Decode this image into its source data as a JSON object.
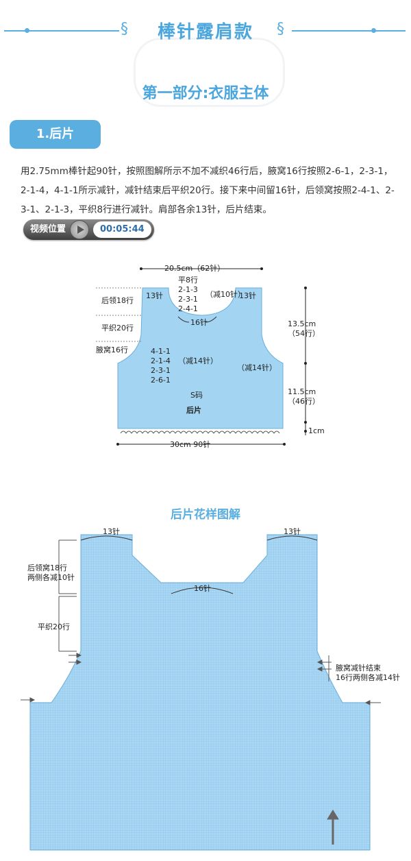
{
  "header": {
    "title": "棒针露肩款",
    "subtitle": "第一部分:衣服主体"
  },
  "section": {
    "label": "1.后片"
  },
  "instructions": {
    "text": "用2.75mm棒针起90针，按照图解所示不加不减织46行后，腋窝16行按照2-6-1，2-3-1，2-1-4，4-1-1所示减针，减针结束后平织20行。接下来中间留16针，后领窝按照2-4-1、2-3-1、2-1-3，平织8行进行减针。肩部各余13针，后片结束。",
    "video_label": "视频位置",
    "video_time": "00:05:44"
  },
  "schematic": {
    "top_width": "20.5cm（62针）",
    "flat8": "平8行",
    "neck_seq": [
      "2-1-3",
      "2-3-1",
      "2-4-1"
    ],
    "neck_dec": "（减10针）",
    "shoulder_left": "13针",
    "shoulder_right": "13针",
    "neck_center": "16针",
    "left_label_neck": "后领18行",
    "left_label_flat": "平织20行",
    "left_label_armhole": "腋窝16行",
    "arm_seq": [
      "4-1-1",
      "2-1-4",
      "2-3-1",
      "2-6-1"
    ],
    "arm_dec": "（减14针）",
    "arm_dec_right": "（减14针）",
    "right_upper": "13.5cm",
    "right_upper_rows": "（54行）",
    "right_lower": "11.5cm",
    "right_lower_rows": "（46行）",
    "right_hem": "1cm",
    "size": "S码",
    "piece": "后片",
    "bottom_width": "30cm  90针",
    "fill_color": "#a3d5f2"
  },
  "chart": {
    "title": "后片花样图解",
    "shoulder_left": "13针",
    "shoulder_right": "13针",
    "neck_center": "16针",
    "left_note1": "后领窝18行",
    "left_note2": "两侧各减10针",
    "left_note3": "平织20行",
    "right_note1": "腋窝减针结束",
    "right_note2": "16行两侧各减14针",
    "grid_color": "#a9d6f2"
  }
}
